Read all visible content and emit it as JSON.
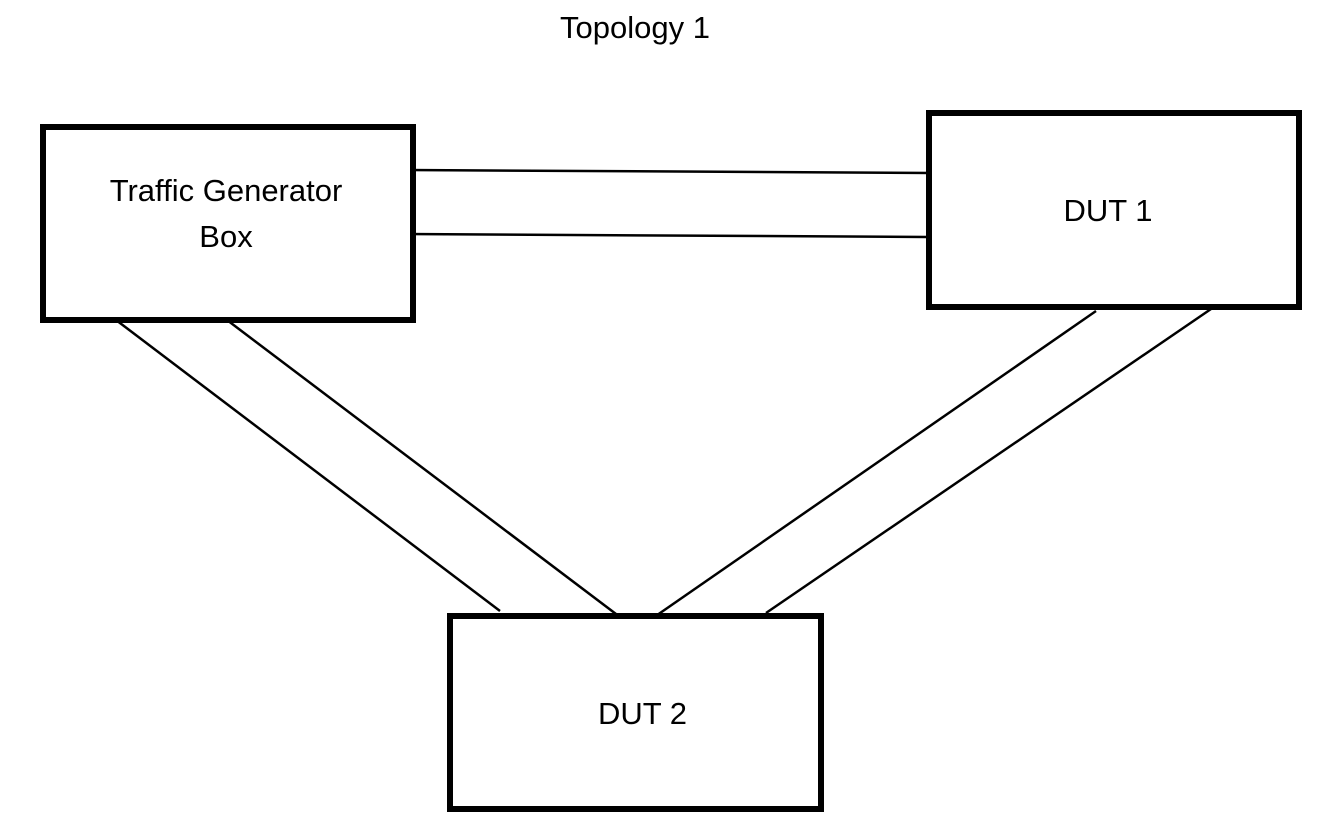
{
  "diagram": {
    "title": "Topology 1",
    "nodes": {
      "traffic_generator": {
        "label": "Traffic Generator\nBox"
      },
      "dut1": {
        "label": "DUT 1"
      },
      "dut2": {
        "label": "DUT 2"
      }
    },
    "links": [
      {
        "from": "Traffic Generator Box",
        "to": "DUT 1"
      },
      {
        "from": "Traffic Generator Box",
        "to": "DUT 1"
      },
      {
        "from": "Traffic Generator Box",
        "to": "DUT 2"
      },
      {
        "from": "Traffic Generator Box",
        "to": "DUT 2"
      },
      {
        "from": "DUT 1",
        "to": "DUT 2"
      },
      {
        "from": "DUT 1",
        "to": "DUT 2"
      }
    ],
    "colors": {
      "stroke": "#000000",
      "background": "#ffffff"
    }
  }
}
